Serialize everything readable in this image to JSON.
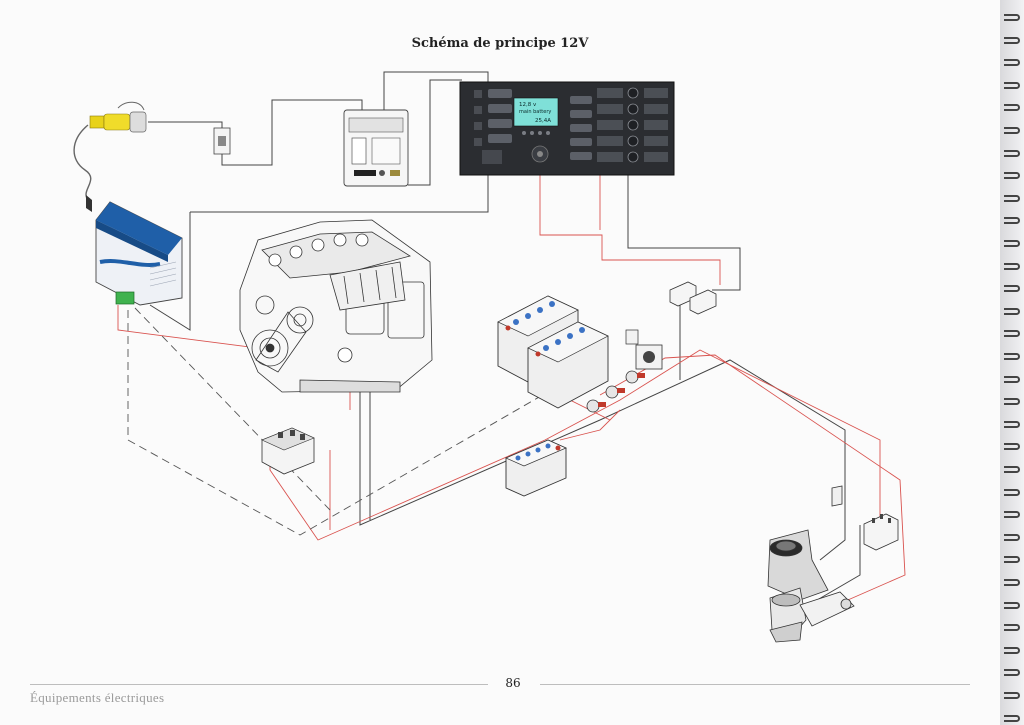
{
  "header": {
    "title": "Schéma de principe 12V"
  },
  "panel": {
    "voltage": "12,8 v",
    "battery_label": "main battery",
    "current": "25,4A"
  },
  "footer": {
    "page_number": "86",
    "section": "Équipements électriques"
  },
  "colors": {
    "panel": "#2b2d31",
    "lcd": "#7fe0d8",
    "charger_blue": "#1f5fa8",
    "wire_red": "#d9534f",
    "wire_dark": "#444444"
  }
}
